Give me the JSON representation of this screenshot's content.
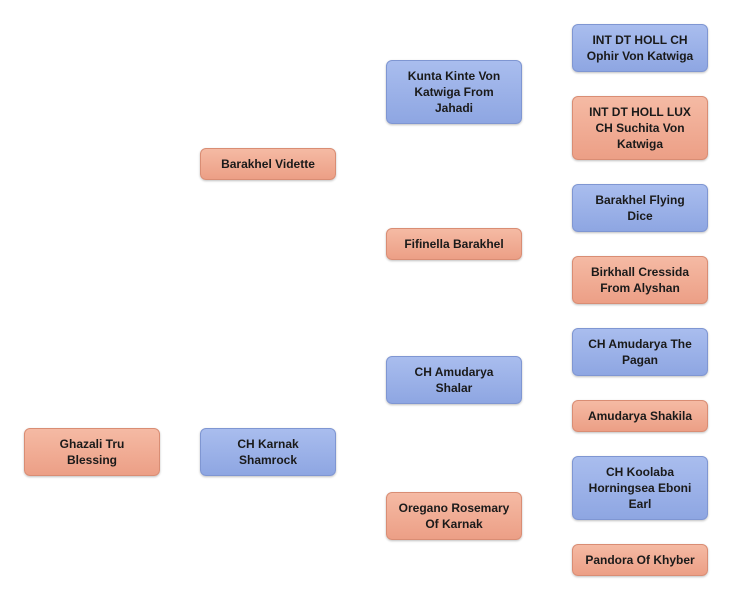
{
  "pedigree": {
    "subject": {
      "name": "Ghazali Tru Blessing",
      "sex": "female"
    },
    "generation1": [
      {
        "name": "Barakhel Vidette",
        "sex": "female"
      },
      {
        "name": "CH Karnak Shamrock",
        "sex": "male"
      }
    ],
    "generation2": [
      {
        "name": "Kunta Kinte Von Katwiga From Jahadi",
        "sex": "male"
      },
      {
        "name": "Fifinella Barakhel",
        "sex": "female"
      },
      {
        "name": "CH Amudarya Shalar",
        "sex": "male"
      },
      {
        "name": "Oregano Rosemary Of Karnak",
        "sex": "female"
      }
    ],
    "generation3": [
      {
        "name": "INT DT HOLL CH Ophir Von Katwiga",
        "sex": "male"
      },
      {
        "name": "INT DT HOLL LUX CH Suchita Von Katwiga",
        "sex": "female"
      },
      {
        "name": "Barakhel Flying Dice",
        "sex": "male"
      },
      {
        "name": "Birkhall Cressida From Alyshan",
        "sex": "female"
      },
      {
        "name": "CH Amudarya The Pagan",
        "sex": "male"
      },
      {
        "name": "Amudarya Shakila",
        "sex": "female"
      },
      {
        "name": "CH Koolaba Horningsea Eboni Earl",
        "sex": "male"
      },
      {
        "name": "Pandora Of Khyber",
        "sex": "female"
      }
    ]
  }
}
